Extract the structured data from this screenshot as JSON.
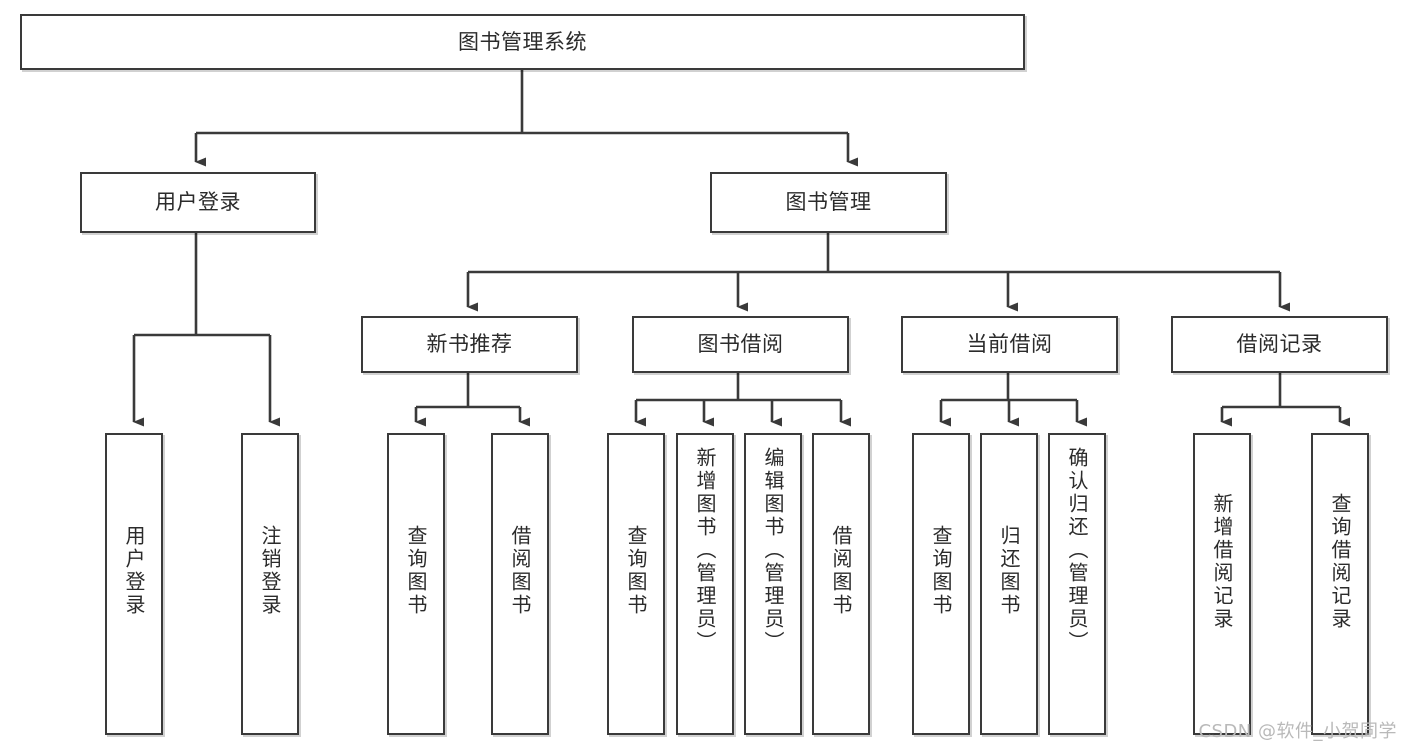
{
  "diagram": {
    "title": "图书管理系统",
    "watermark": "CSDN @软件_小贺同学",
    "colors": {
      "stroke": "#3a3a3a",
      "text": "#2b2b2b",
      "background": "#ffffff",
      "watermark": "#b9b9b9"
    },
    "root": {
      "label": "图书管理系统"
    },
    "level1": [
      {
        "label": "用户登录"
      },
      {
        "label": "图书管理"
      }
    ],
    "level2": [
      {
        "label": "新书推荐"
      },
      {
        "label": "图书借阅"
      },
      {
        "label": "当前借阅"
      },
      {
        "label": "借阅记录"
      }
    ],
    "leaves": {
      "user_login": [
        {
          "label": "用户登录"
        },
        {
          "label": "注销登录"
        }
      ],
      "new_book_recommend": [
        {
          "label": "查询图书"
        },
        {
          "label": "借阅图书"
        }
      ],
      "book_borrow": [
        {
          "label": "查询图书"
        },
        {
          "label": "新增图书（管理员）"
        },
        {
          "label": "编辑图书（管理员）"
        },
        {
          "label": "借阅图书"
        }
      ],
      "current_borrow": [
        {
          "label": "查询图书"
        },
        {
          "label": "归还图书"
        },
        {
          "label": "确认归还（管理员）"
        }
      ],
      "borrow_record": [
        {
          "label": "新增借阅记录"
        },
        {
          "label": "查询借阅记录"
        }
      ]
    }
  }
}
